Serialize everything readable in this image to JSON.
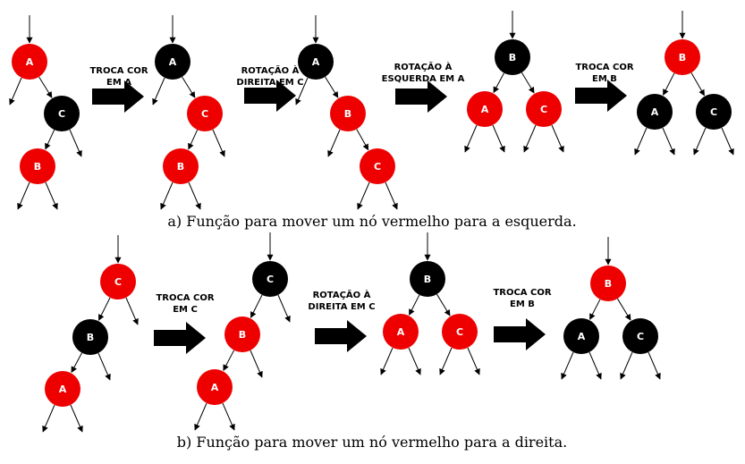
{
  "colors": {
    "red": "#ee0000",
    "black": "#000000",
    "node_text": "#ffffff",
    "edge": "#000000"
  },
  "part_a": {
    "caption": "a) Função para mover um nó vermelho para a esquerda.",
    "steps": [
      {
        "line1": "TROCA COR",
        "line2": "EM A"
      },
      {
        "line1": "ROTAÇÃO À",
        "line2": "DIREITA EM C"
      },
      {
        "line1": "ROTAÇÃO À",
        "line2": "ESQUERDA EM A"
      },
      {
        "line1": "TROCA COR",
        "line2": "EM B"
      }
    ],
    "trees": [
      {
        "nodes": [
          {
            "id": "A",
            "label": "A",
            "color": "red"
          },
          {
            "id": "C",
            "label": "C",
            "color": "black"
          },
          {
            "id": "B",
            "label": "B",
            "color": "red"
          }
        ]
      },
      {
        "nodes": [
          {
            "id": "A",
            "label": "A",
            "color": "black"
          },
          {
            "id": "C",
            "label": "C",
            "color": "red"
          },
          {
            "id": "B",
            "label": "B",
            "color": "red"
          }
        ]
      },
      {
        "nodes": [
          {
            "id": "A",
            "label": "A",
            "color": "black"
          },
          {
            "id": "B",
            "label": "B",
            "color": "red"
          },
          {
            "id": "C",
            "label": "C",
            "color": "red"
          }
        ]
      },
      {
        "nodes": [
          {
            "id": "B",
            "label": "B",
            "color": "black"
          },
          {
            "id": "A",
            "label": "A",
            "color": "red"
          },
          {
            "id": "C",
            "label": "C",
            "color": "red"
          }
        ]
      },
      {
        "nodes": [
          {
            "id": "B",
            "label": "B",
            "color": "red"
          },
          {
            "id": "A",
            "label": "A",
            "color": "black"
          },
          {
            "id": "C",
            "label": "C",
            "color": "black"
          }
        ]
      }
    ]
  },
  "part_b": {
    "caption": "b) Função para mover um nó vermelho para a direita.",
    "steps": [
      {
        "line1": "TROCA COR",
        "line2": "EM C"
      },
      {
        "line1": "ROTAÇÃO À",
        "line2": "DIREITA EM C"
      },
      {
        "line1": "TROCA COR",
        "line2": "EM B"
      }
    ],
    "trees": [
      {
        "nodes": [
          {
            "id": "C",
            "label": "C",
            "color": "red"
          },
          {
            "id": "B",
            "label": "B",
            "color": "black"
          },
          {
            "id": "A",
            "label": "A",
            "color": "red"
          }
        ]
      },
      {
        "nodes": [
          {
            "id": "C",
            "label": "C",
            "color": "black"
          },
          {
            "id": "B",
            "label": "B",
            "color": "red"
          },
          {
            "id": "A",
            "label": "A",
            "color": "red"
          }
        ]
      },
      {
        "nodes": [
          {
            "id": "B",
            "label": "B",
            "color": "black"
          },
          {
            "id": "A",
            "label": "A",
            "color": "red"
          },
          {
            "id": "C",
            "label": "C",
            "color": "red"
          }
        ]
      },
      {
        "nodes": [
          {
            "id": "B",
            "label": "B",
            "color": "red"
          },
          {
            "id": "A",
            "label": "A",
            "color": "black"
          },
          {
            "id": "C",
            "label": "C",
            "color": "black"
          }
        ]
      }
    ]
  }
}
